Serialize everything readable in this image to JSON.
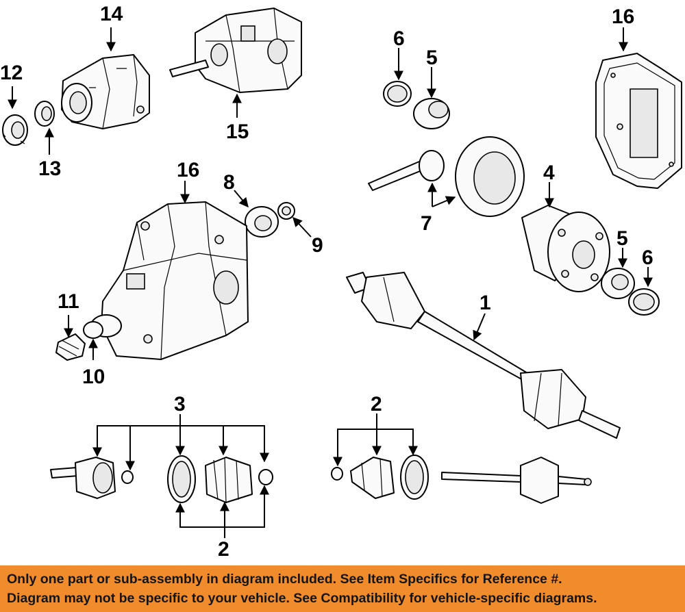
{
  "callouts": {
    "c1": "1",
    "c2_bottom": "2",
    "c2_right": "2",
    "c3": "3",
    "c4": "4",
    "c5_top": "5",
    "c5_right": "5",
    "c6_top": "6",
    "c6_right": "6",
    "c7": "7",
    "c8": "8",
    "c9": "9",
    "c10": "10",
    "c11": "11",
    "c12": "12",
    "c13": "13",
    "c14": "14",
    "c15": "15",
    "c16_left": "16",
    "c16_right": "16"
  },
  "notice": {
    "line1": "Only one part or sub-assembly in diagram included. See Item Specifics for Reference #.",
    "line2": "Diagram may not be specific to your vehicle. See Compatibility for vehicle-specific diagrams."
  },
  "colors": {
    "banner": "#f08c2c",
    "ink": "#000000"
  }
}
